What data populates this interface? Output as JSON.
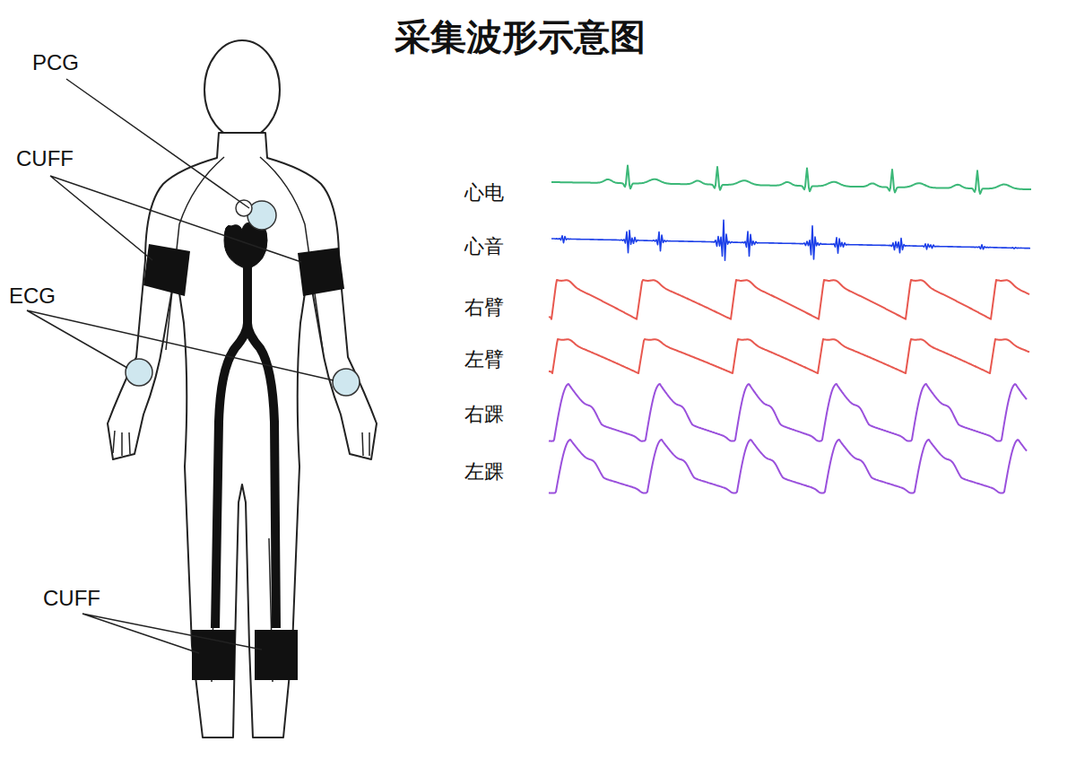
{
  "diagram": {
    "title": "采集波形示意图",
    "labels": [
      "PCG",
      "CUFF",
      "ECG",
      "CUFF",
      "心电",
      "心音",
      "右臂",
      "左臂",
      "右踝",
      "左踝"
    ]
  }
}
